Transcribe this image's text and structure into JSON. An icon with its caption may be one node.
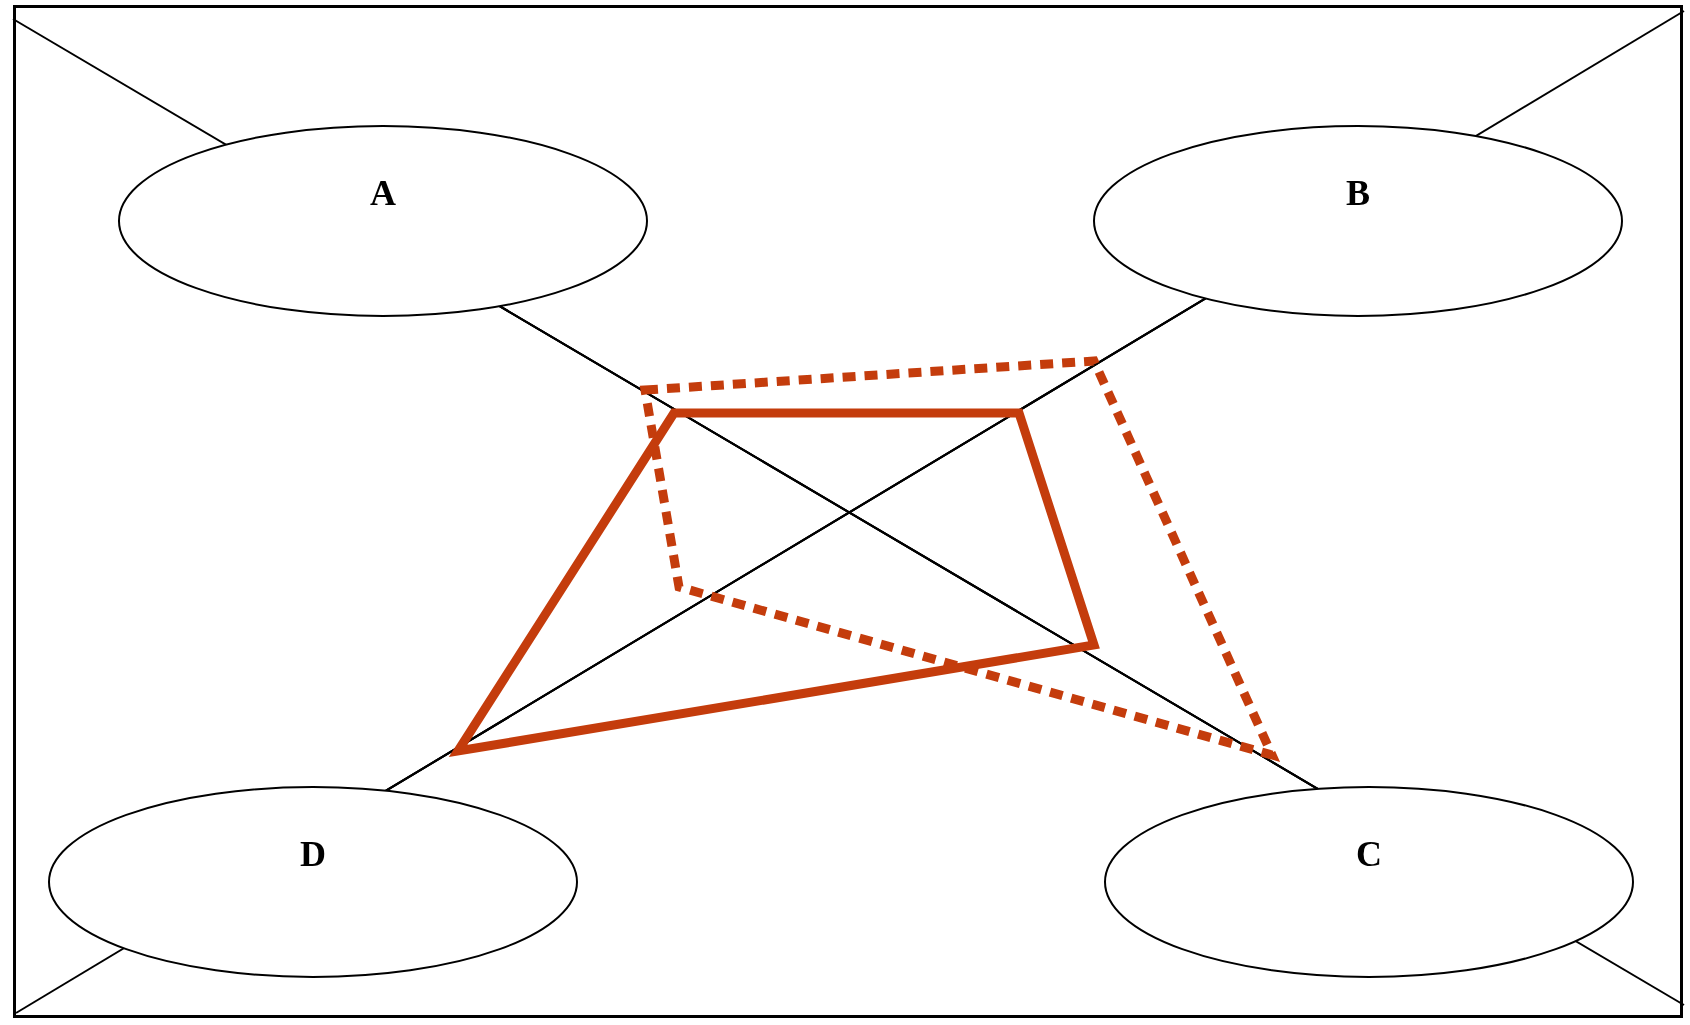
{
  "diagram": {
    "nodes": [
      {
        "text": [
          "A"
        ]
      },
      {
        "text": [
          "B"
        ]
      },
      {
        "text": [
          "D"
        ]
      },
      {
        "text": [
          "C"
        ]
      }
    ],
    "edges": [
      {
        "from": null,
        "to": 0,
        "arrow": "none"
      },
      {
        "from": 1,
        "to": null,
        "arrow": "none"
      },
      {
        "from": 0,
        "to": 3,
        "arrow": "none"
      },
      {
        "from": 1,
        "to": 2,
        "arrow": "none"
      },
      {
        "from": null,
        "to": 2,
        "arrow": "none"
      },
      {
        "from": 3,
        "to": null,
        "arrow": "none"
      }
    ]
  }
}
